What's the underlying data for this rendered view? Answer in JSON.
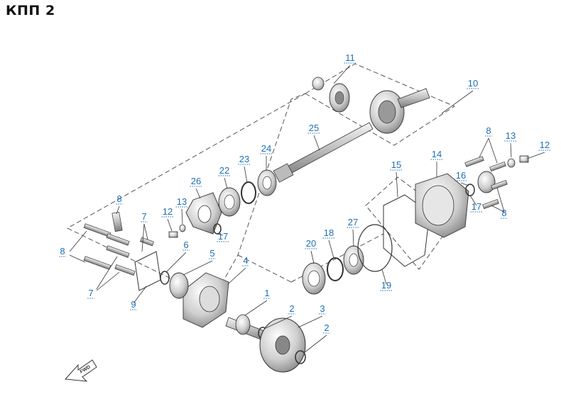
{
  "title": "КПП 2",
  "callout_color": "#1f6fb5",
  "direction_label": "FWD",
  "callouts": [
    {
      "id": "c11",
      "label": "11"
    },
    {
      "id": "c10",
      "label": "10"
    },
    {
      "id": "c25",
      "label": "25"
    },
    {
      "id": "c8a",
      "label": "8"
    },
    {
      "id": "c13a",
      "label": "13"
    },
    {
      "id": "c12a",
      "label": "12"
    },
    {
      "id": "c14",
      "label": "14"
    },
    {
      "id": "c15",
      "label": "15"
    },
    {
      "id": "c16",
      "label": "16"
    },
    {
      "id": "c17a",
      "label": "17"
    },
    {
      "id": "c8b",
      "label": "8"
    },
    {
      "id": "c24",
      "label": "24"
    },
    {
      "id": "c23",
      "label": "23"
    },
    {
      "id": "c22",
      "label": "22"
    },
    {
      "id": "c26",
      "label": "26"
    },
    {
      "id": "c13b",
      "label": "13"
    },
    {
      "id": "c12b",
      "label": "12"
    },
    {
      "id": "c17b",
      "label": "17"
    },
    {
      "id": "c8c",
      "label": "8"
    },
    {
      "id": "c7a",
      "label": "7"
    },
    {
      "id": "c8d",
      "label": "8"
    },
    {
      "id": "c6",
      "label": "6"
    },
    {
      "id": "c5",
      "label": "5"
    },
    {
      "id": "c4",
      "label": "4"
    },
    {
      "id": "c7b",
      "label": "7"
    },
    {
      "id": "c9",
      "label": "9"
    },
    {
      "id": "c20",
      "label": "20"
    },
    {
      "id": "c18",
      "label": "18"
    },
    {
      "id": "c27",
      "label": "27"
    },
    {
      "id": "c19",
      "label": "19"
    },
    {
      "id": "c1",
      "label": "1"
    },
    {
      "id": "c2a",
      "label": "2"
    },
    {
      "id": "c3",
      "label": "3"
    },
    {
      "id": "c2b",
      "label": "2"
    }
  ]
}
